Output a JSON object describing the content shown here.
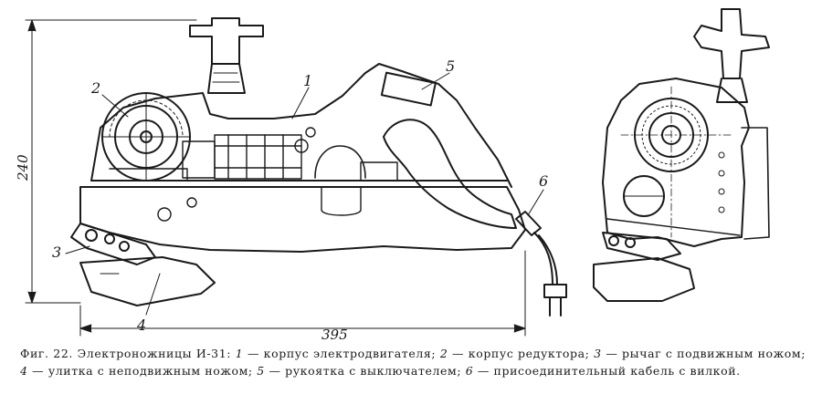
{
  "labels": {
    "part1": "1",
    "part2": "2",
    "part3": "3",
    "part4": "4",
    "part5": "5",
    "part6": "6"
  },
  "dimensions": {
    "height": "240",
    "length": "395"
  },
  "caption": {
    "figure": "Фиг. 22.",
    "title": "Электроножницы И-31:",
    "items": [
      {
        "num": "1",
        "text": "— корпус электродвигателя;"
      },
      {
        "num": "2",
        "text": "— корпус редуктора;"
      },
      {
        "num": "3",
        "text": "— рычаг с подвижным ножом;"
      },
      {
        "num": "4",
        "text": "— улитка с неподвижным ножом;"
      },
      {
        "num": "5",
        "text": "— рукоятка с выключателем;"
      },
      {
        "num": "6",
        "text": "— присоединительный кабель с вилкой."
      }
    ]
  },
  "colors": {
    "ink": "#1a1a1a",
    "paper": "#ffffff"
  }
}
